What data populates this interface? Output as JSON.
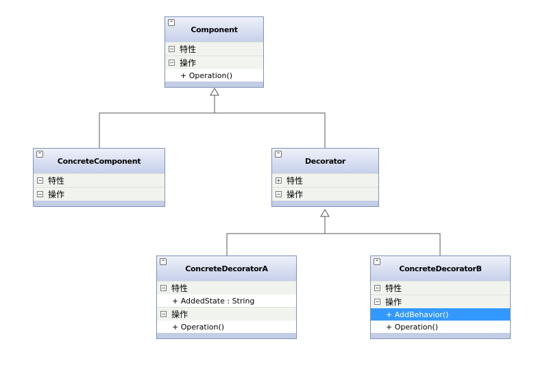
{
  "diagram": {
    "classes": {
      "component": {
        "name": "Component",
        "attributes_label": "特性",
        "operations_label": "操作",
        "operations": [
          "+ Operation()"
        ]
      },
      "concrete_component": {
        "name": "ConcreteComponent",
        "attributes_label": "特性",
        "operations_label": "操作"
      },
      "decorator": {
        "name": "Decorator",
        "attributes_label": "特性",
        "operations_label": "操作"
      },
      "concrete_decorator_a": {
        "name": "ConcreteDecoratorA",
        "attributes_label": "特性",
        "attributes": [
          "+ AddedState : String"
        ],
        "operations_label": "操作",
        "operations": [
          "+ Operation()"
        ]
      },
      "concrete_decorator_b": {
        "name": "ConcreteDecoratorB",
        "attributes_label": "特性",
        "operations_label": "操作",
        "operations": [
          "+ AddBehavior()",
          "+ Operation()"
        ],
        "selected_operation": "+ AddBehavior()"
      }
    },
    "icons": {
      "collapse": "double-chevron-up-icon",
      "expanded": "minus-box-icon",
      "collapsed": "plus-box-icon"
    },
    "colors": {
      "header_gradient_top": "#eef1f9",
      "header_gradient_bottom": "#c6d0ea",
      "border": "#7e91b8",
      "selection": "#3399ff",
      "connector": "#555555"
    }
  }
}
